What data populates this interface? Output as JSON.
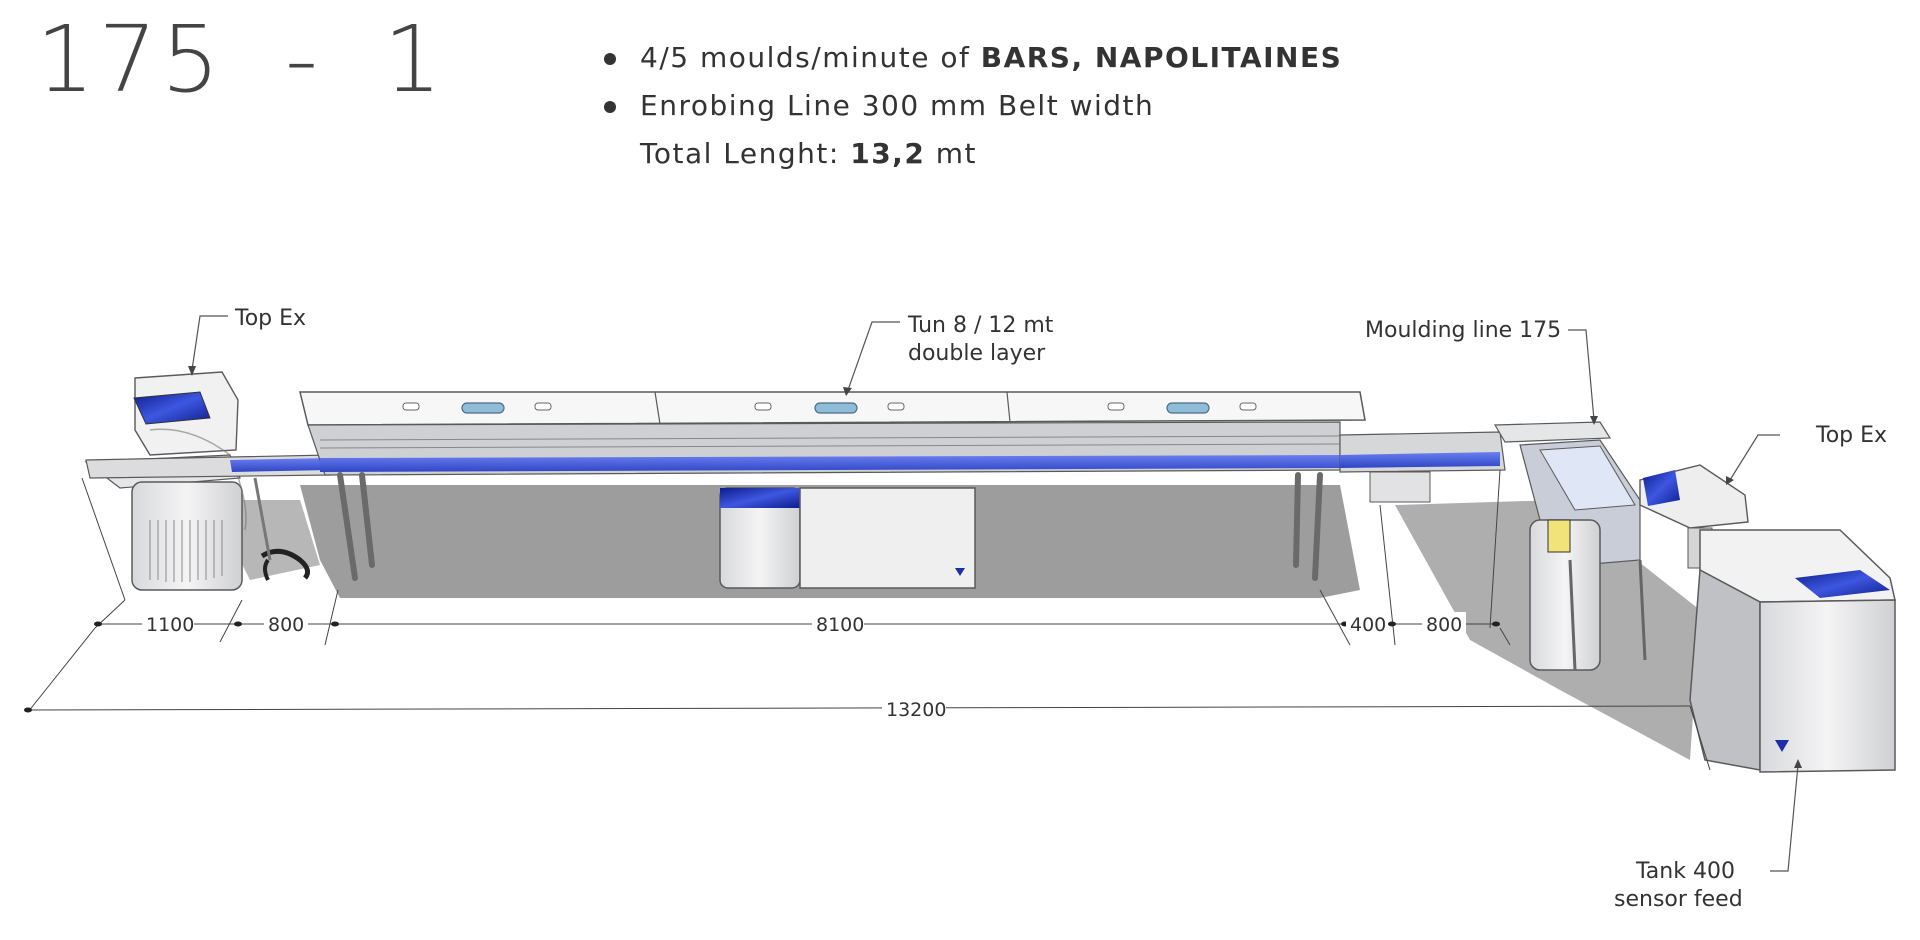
{
  "header": {
    "model_main": "175",
    "model_sep": "-",
    "model_variant": "1"
  },
  "specs": {
    "line1_prefix": "4/5 moulds/minute of ",
    "line1_bold": "BARS, NAPOLITAINES",
    "line2": "Enrobing Line 300 mm Belt width",
    "line3_prefix": "Total Lenght: ",
    "line3_bold": "13,2",
    "line3_suffix": " mt"
  },
  "callouts": {
    "top_ex_left": "Top Ex",
    "tunnel_line1": "Tun 8 / 12 mt",
    "tunnel_line2": "double layer",
    "moulding_line": "Moulding line 175",
    "top_ex_right": "Top Ex",
    "tank_line1": "Tank 400",
    "tank_line2": "sensor feed"
  },
  "dimensions": {
    "d1": "1100",
    "d2": "800",
    "d3": "8100",
    "d4": "400",
    "d5": "800",
    "total": "13200"
  },
  "colors": {
    "belt_blue": "#3f58d6",
    "panel_blue": "#1c2fa8",
    "shadow": "#8c8c8c",
    "machine_body": "#e9e9ea",
    "outline": "#5a5a5a"
  }
}
